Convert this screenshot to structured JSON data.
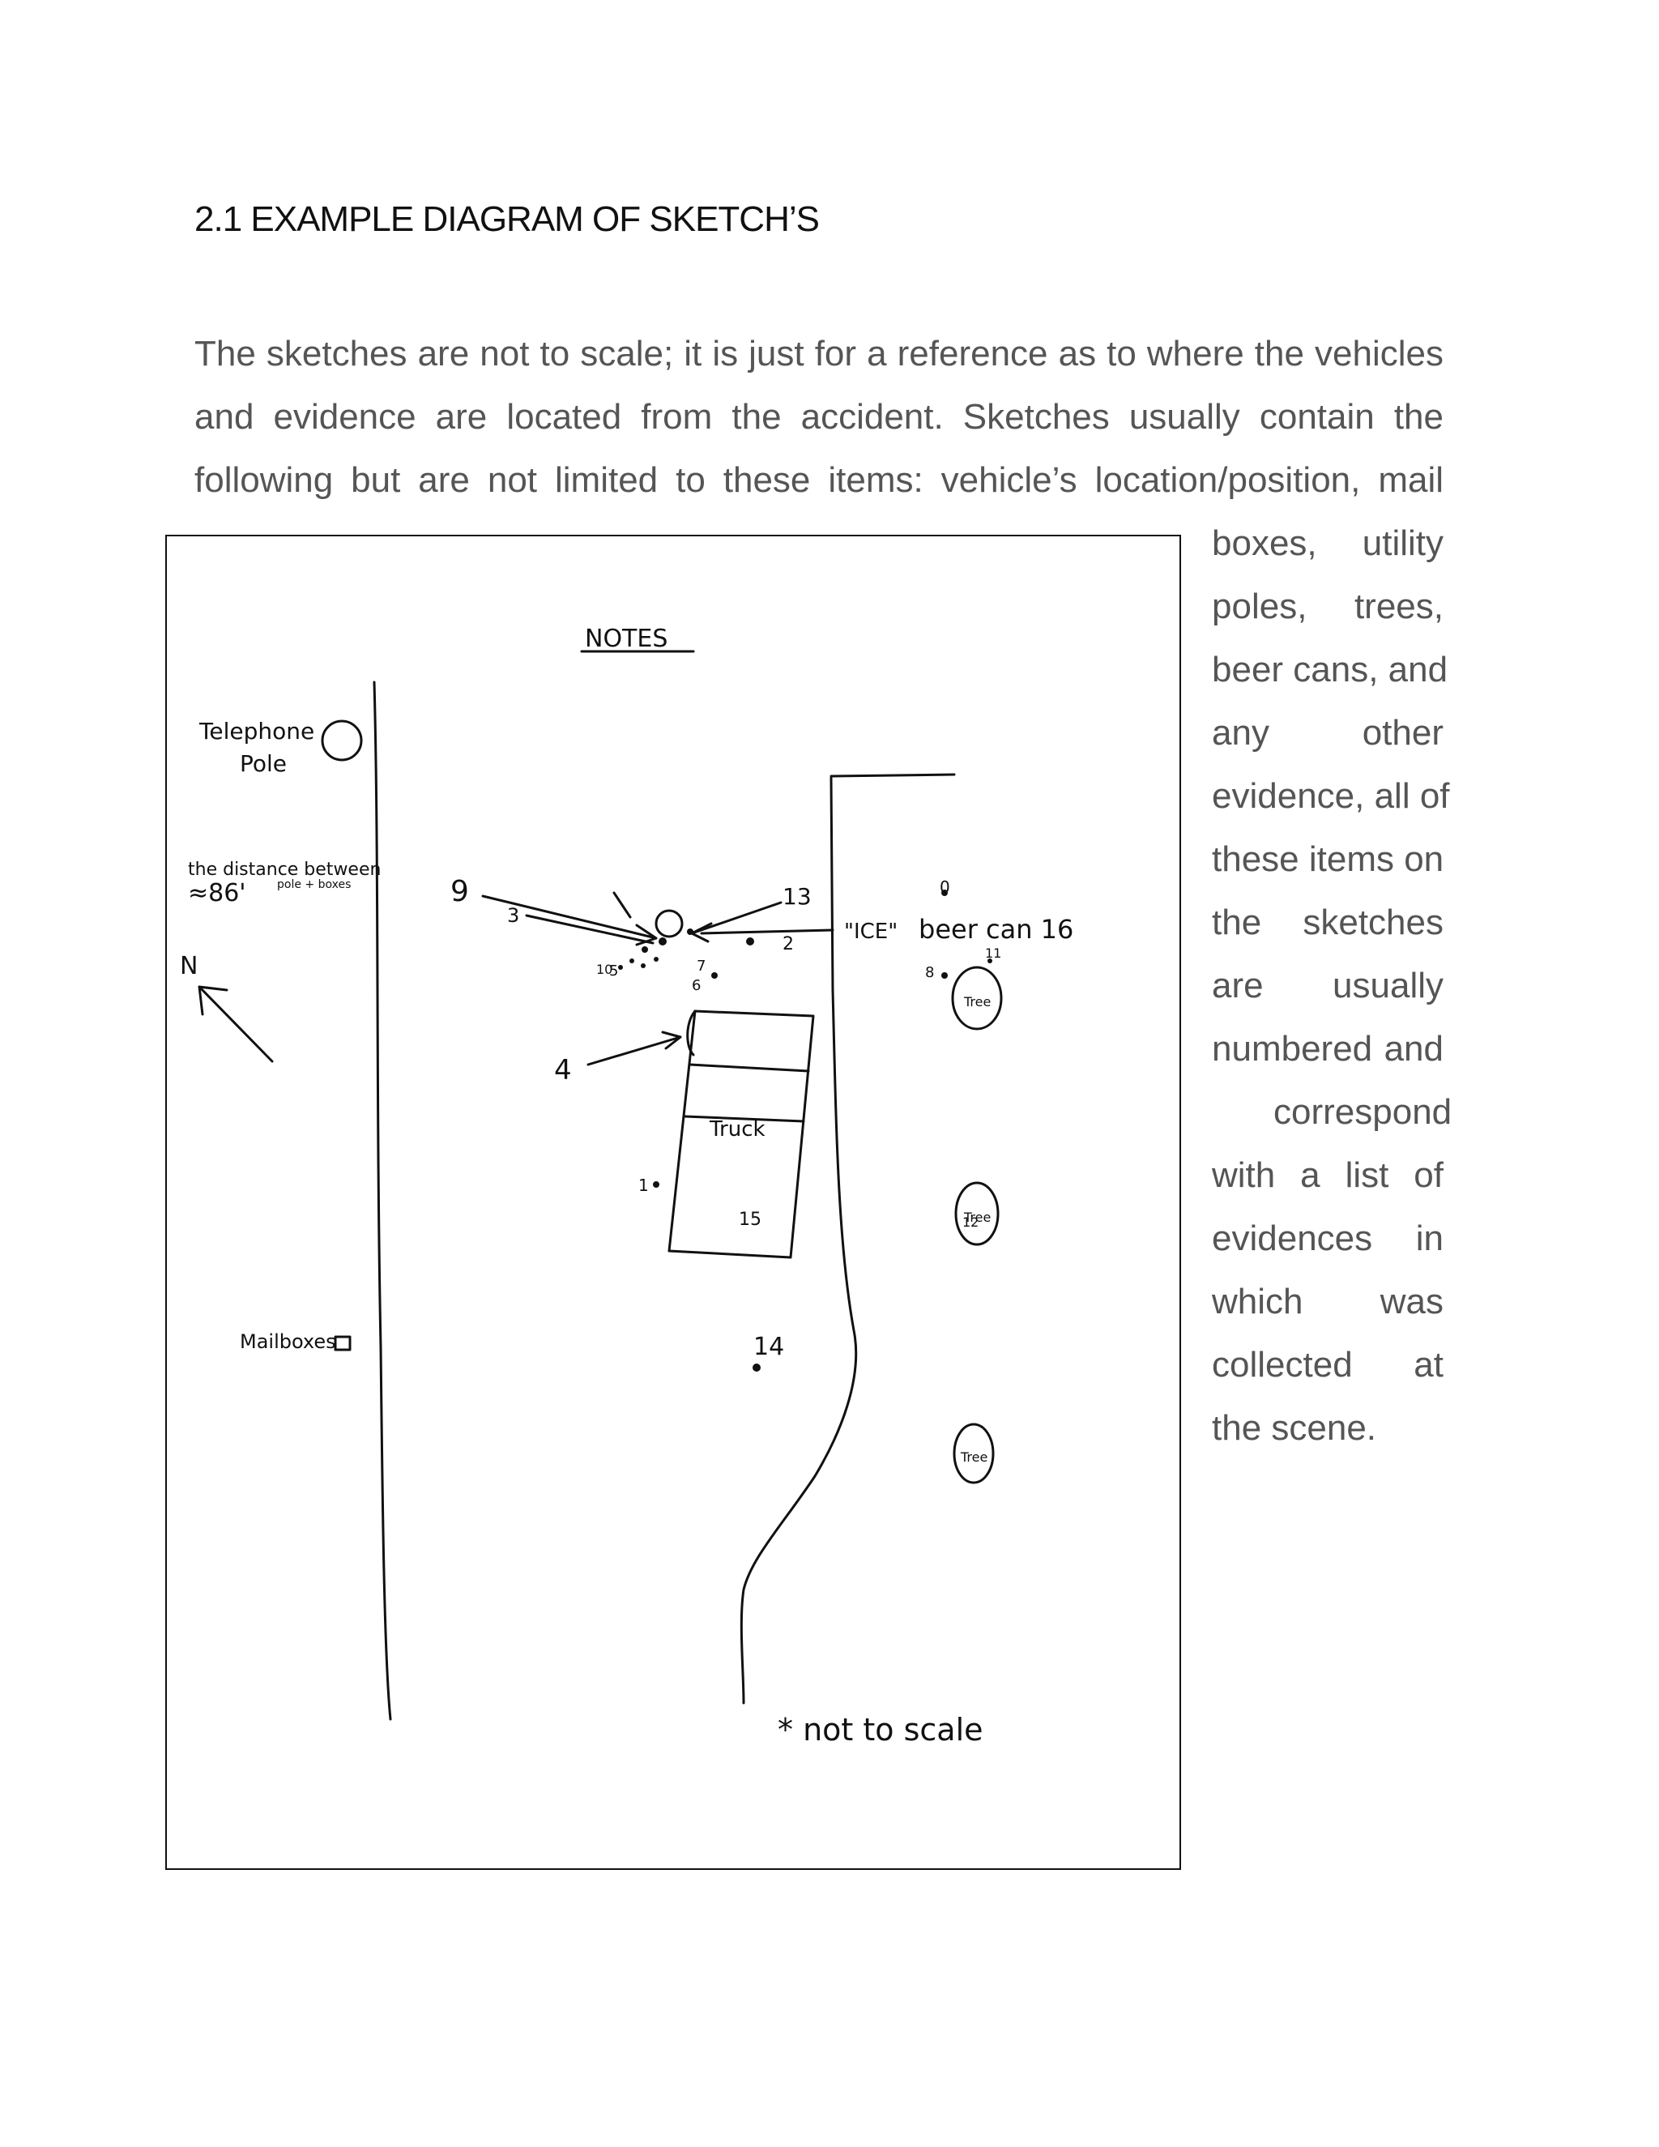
{
  "document": {
    "heading": "2.1 EXAMPLE DIAGRAM OF SKETCH’S",
    "paragraph_lines": [
      "The sketches are not to scale; it is just for a reference as to where the vehicles",
      "and evidence are located from the accident. Sketches usually contain the",
      "following but are not limited to these items: vehicle’s location/position, mail"
    ],
    "wrap_lines": [
      "boxes, utility",
      "poles, trees,",
      "beer cans, and",
      "any other",
      "evidence, all of",
      "these items on",
      "the sketches",
      "are usually",
      "numbered and",
      "correspond",
      "with a list of",
      "evidences in",
      "which was",
      "collected at",
      "the scene."
    ]
  },
  "sketch": {
    "notes": "NOTES",
    "telephone_pole": [
      "Telephone",
      "Pole"
    ],
    "distance_note": [
      "the distance between",
      "pole + boxes",
      "≈86'"
    ],
    "mailboxes": "Mailboxes",
    "north": "N",
    "ice": "\"ICE\"",
    "beer_can": "beer can 16",
    "truck": "Truck",
    "numbers": {
      "n9": "9",
      "n3": "3",
      "n13": "13",
      "n4": "4",
      "n14": "14",
      "n15": "15",
      "n1": "1",
      "n2": "2",
      "n5": "5",
      "n6": "6",
      "n7": "7",
      "n8": "8",
      "n10": "10",
      "n11": "11",
      "n12": "12",
      "n0": "0"
    },
    "trees": [
      "Tree",
      "Tree",
      "Tree"
    ],
    "not_to_scale": "* not to scale"
  }
}
